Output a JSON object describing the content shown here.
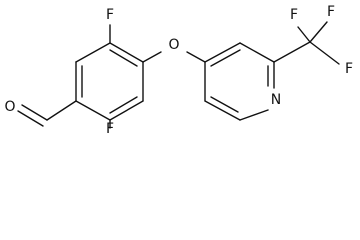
{
  "molecule": {
    "atoms": {
      "f_top": "F",
      "f_bottom": "F",
      "o_ether": "O",
      "n_pyridine": "N",
      "cf3_f_top": "F",
      "cf3_f_right": "F",
      "cf3_f_left": "F",
      "o_aldehyde": "O"
    }
  }
}
